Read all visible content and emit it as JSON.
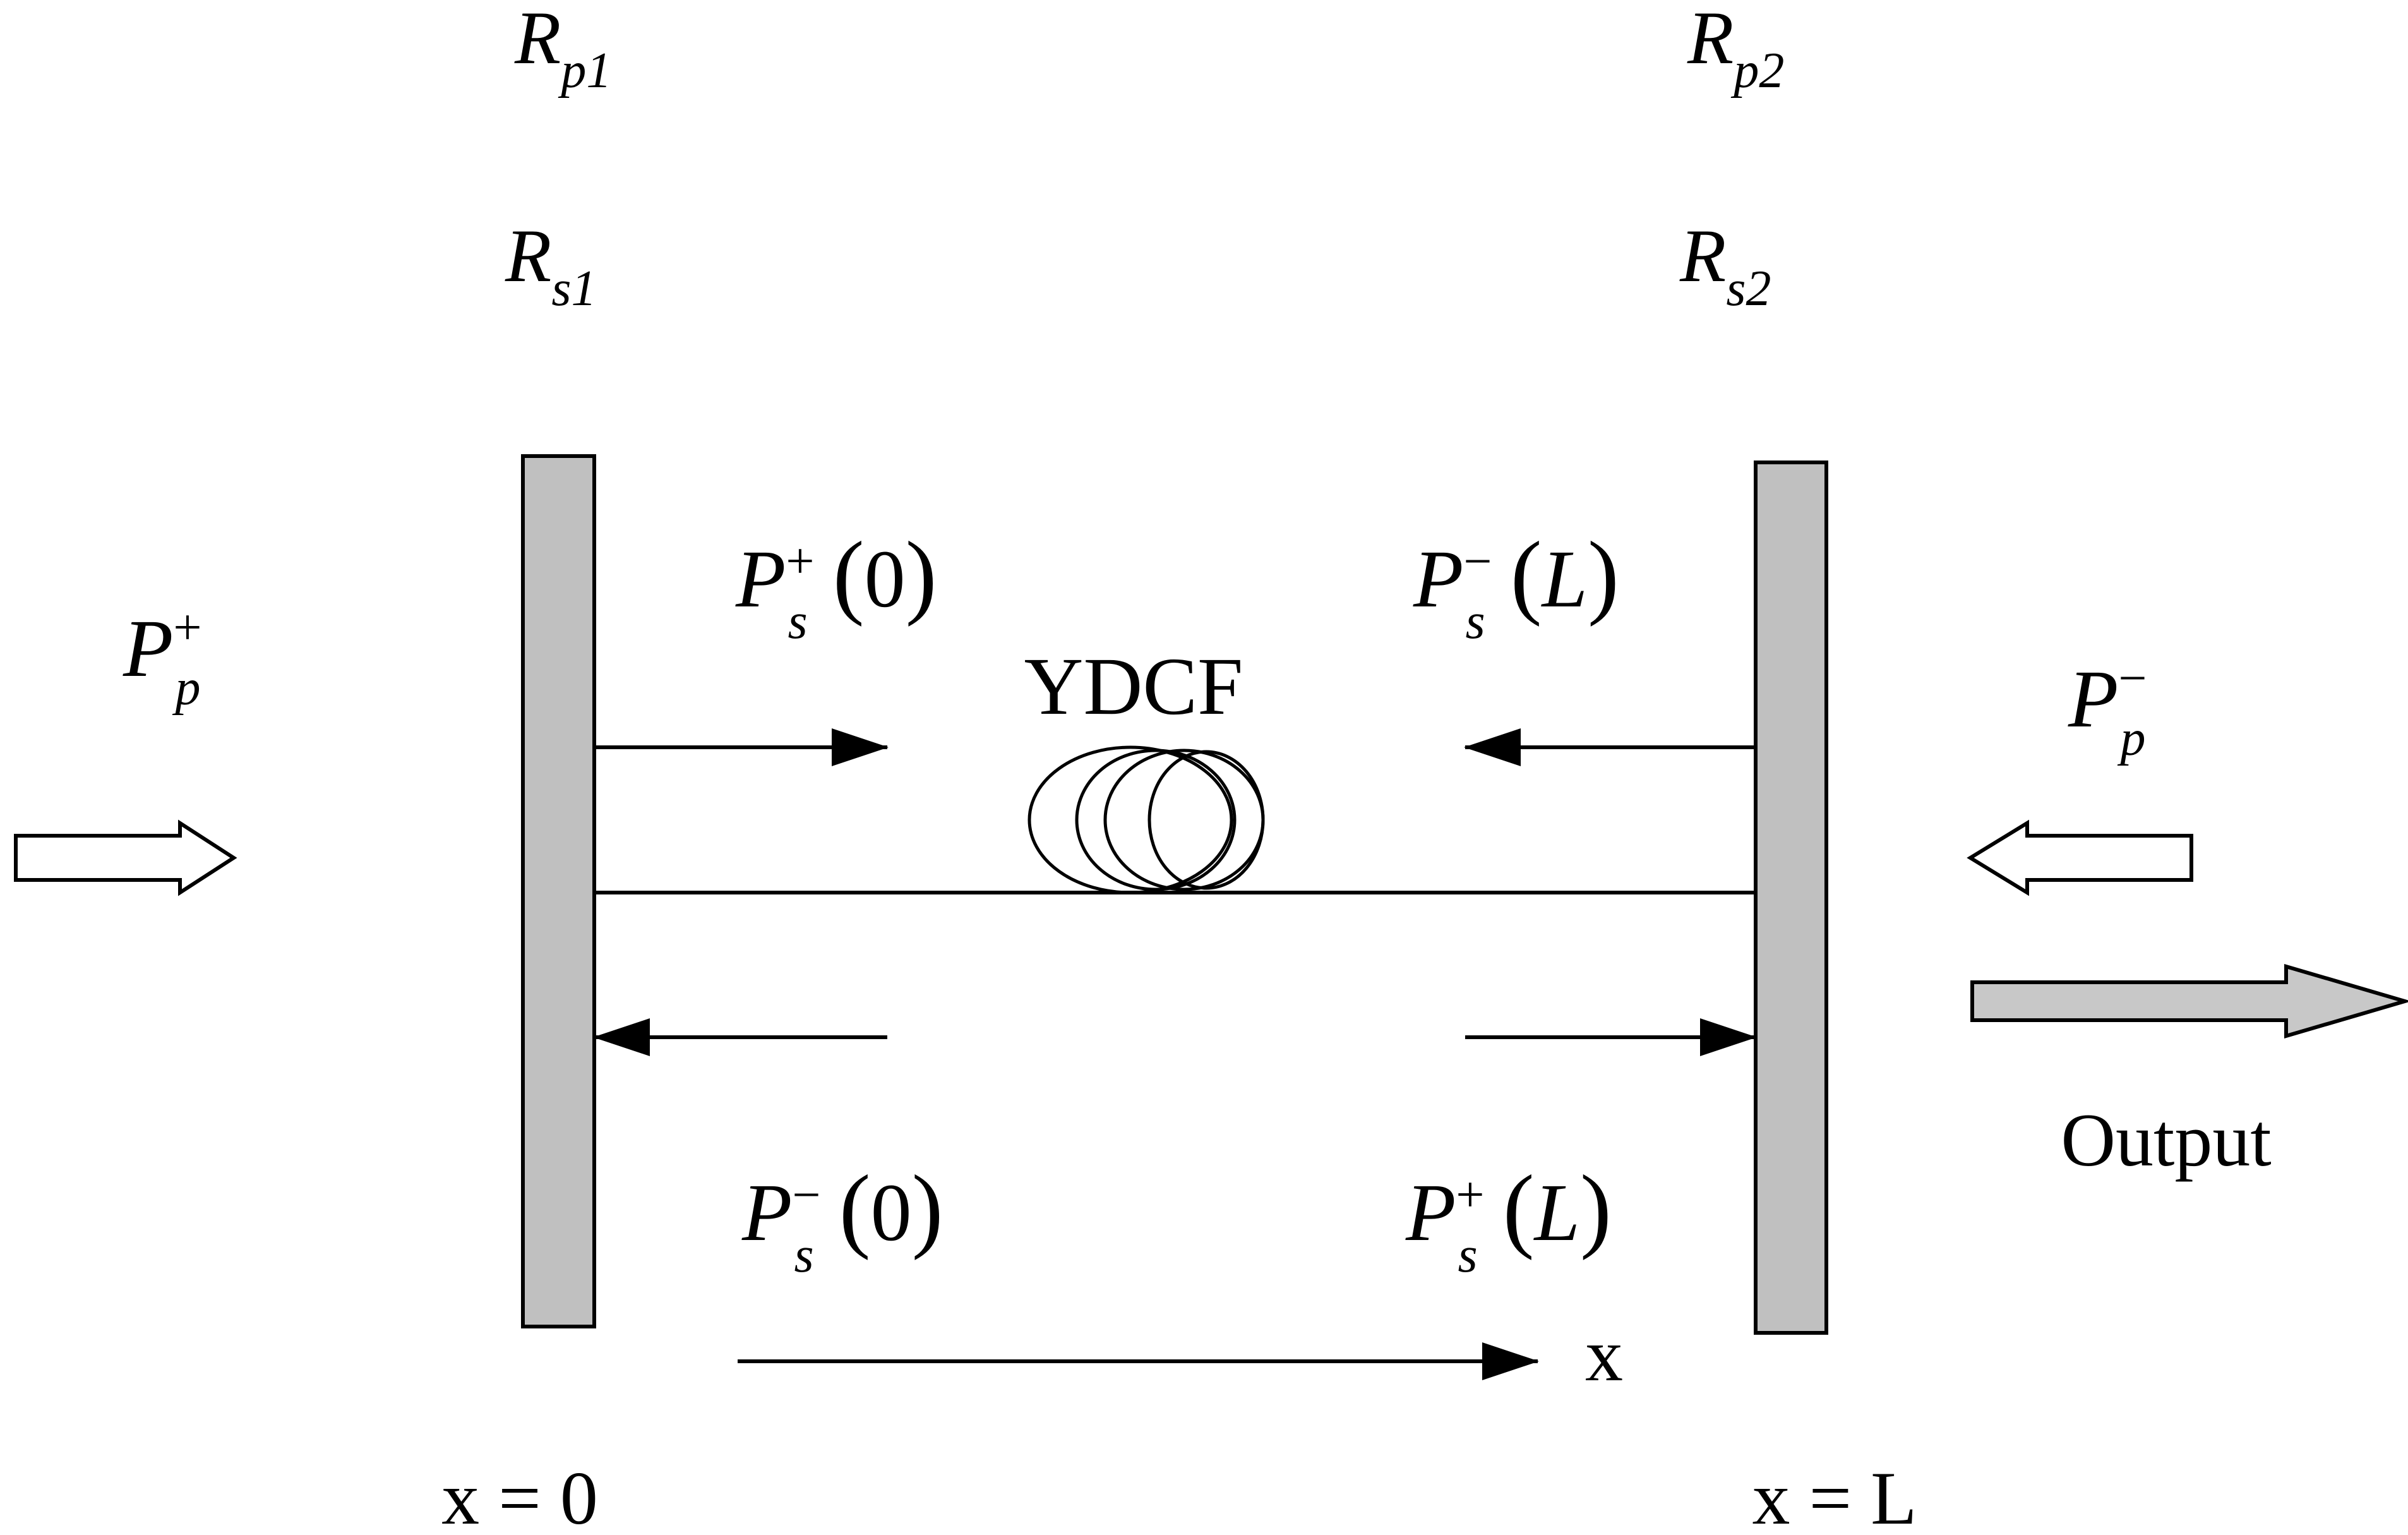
{
  "mirrors": {
    "left": {
      "pump_reflectivity": {
        "base": "R",
        "sub": "p1"
      },
      "signal_reflectivity": {
        "base": "R",
        "sub": "s1"
      },
      "position": "x = 0"
    },
    "right": {
      "pump_reflectivity": {
        "base": "R",
        "sub": "p2"
      },
      "signal_reflectivity": {
        "base": "R",
        "sub": "s2"
      },
      "position": "x = L"
    }
  },
  "signals": {
    "forward_at_0": {
      "base": "P",
      "sup": "+",
      "sub": "s",
      "arg": "0"
    },
    "backward_at_L": {
      "base": "P",
      "sup": "−",
      "sub": "s",
      "arg": "L"
    },
    "backward_at_0": {
      "base": "P",
      "sup": "−",
      "sub": "s",
      "arg": "0"
    },
    "forward_at_L": {
      "base": "P",
      "sup": "+",
      "sub": "s",
      "arg": "L"
    }
  },
  "pumps": {
    "forward": {
      "base": "P",
      "sup": "+",
      "sub": "p"
    },
    "backward": {
      "base": "P",
      "sup": "−",
      "sub": "p"
    }
  },
  "fiber_label": "YDCF",
  "output_label": "Output",
  "axis_label": "x",
  "colors": {
    "mirror_fill": "#c0c0c0",
    "output_arrow_fill": "#c8c8c8",
    "stroke": "#000000"
  }
}
